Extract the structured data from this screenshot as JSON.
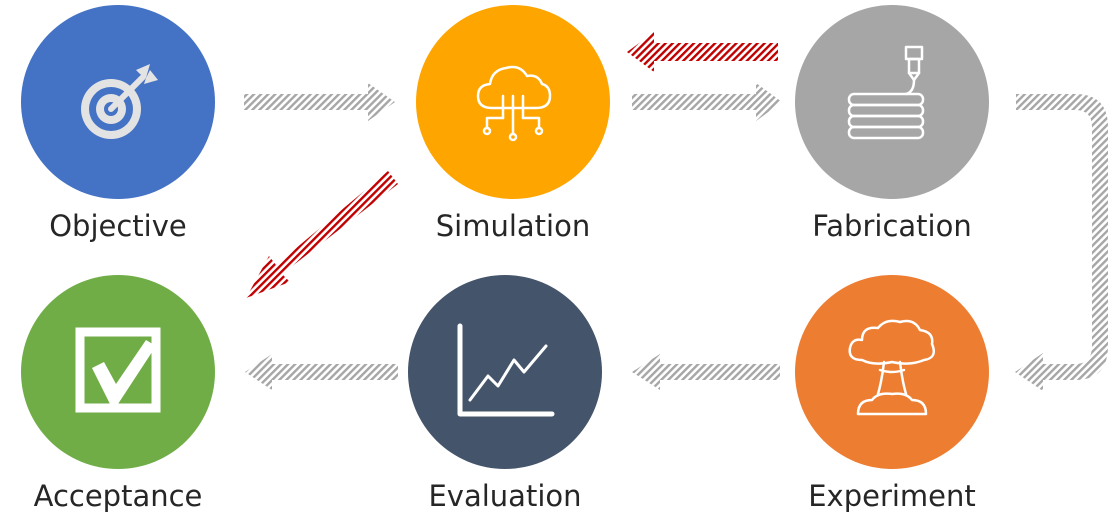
{
  "nodes": {
    "objective": {
      "label": "Objective",
      "color": "#4472C4",
      "icon": "target-arrow-icon"
    },
    "simulation": {
      "label": "Simulation",
      "color": "#FFA500",
      "icon": "cloud-network-icon"
    },
    "fabrication": {
      "label": "Fabrication",
      "color": "#A6A6A6",
      "icon": "3d-printer-nozzle-icon"
    },
    "acceptance": {
      "label": "Acceptance",
      "color": "#70AD47",
      "icon": "checkbox-checked-icon"
    },
    "evaluation": {
      "label": "Evaluation",
      "color": "#44546A",
      "icon": "line-graph-icon"
    },
    "experiment": {
      "label": "Experiment",
      "color": "#ED7D31",
      "icon": "explosion-icon"
    }
  },
  "colors": {
    "flow_arrow": "#A6A6A6",
    "feedback_arrow": "#C00000",
    "label_text": "#262626"
  },
  "edges": [
    {
      "from": "objective",
      "to": "simulation",
      "kind": "flow"
    },
    {
      "from": "simulation",
      "to": "fabrication",
      "kind": "flow"
    },
    {
      "from": "fabrication",
      "to": "simulation",
      "kind": "feedback"
    },
    {
      "from": "simulation",
      "to": "acceptance",
      "kind": "feedback"
    },
    {
      "from": "fabrication",
      "to": "experiment",
      "kind": "flow"
    },
    {
      "from": "experiment",
      "to": "evaluation",
      "kind": "flow"
    },
    {
      "from": "evaluation",
      "to": "acceptance",
      "kind": "flow"
    }
  ]
}
